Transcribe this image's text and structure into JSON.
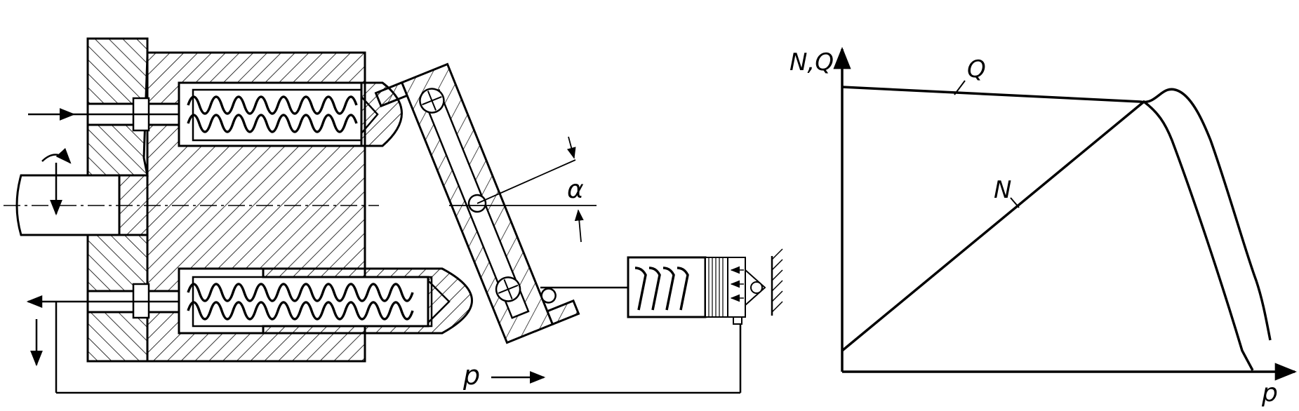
{
  "diagram": {
    "alpha_label": "α",
    "flow_label": "p"
  },
  "chart_data": {
    "type": "line",
    "ylabel": "N,Q",
    "xlabel": "p",
    "series": [
      {
        "name": "Q"
      },
      {
        "name": "N"
      }
    ],
    "grid": false
  }
}
